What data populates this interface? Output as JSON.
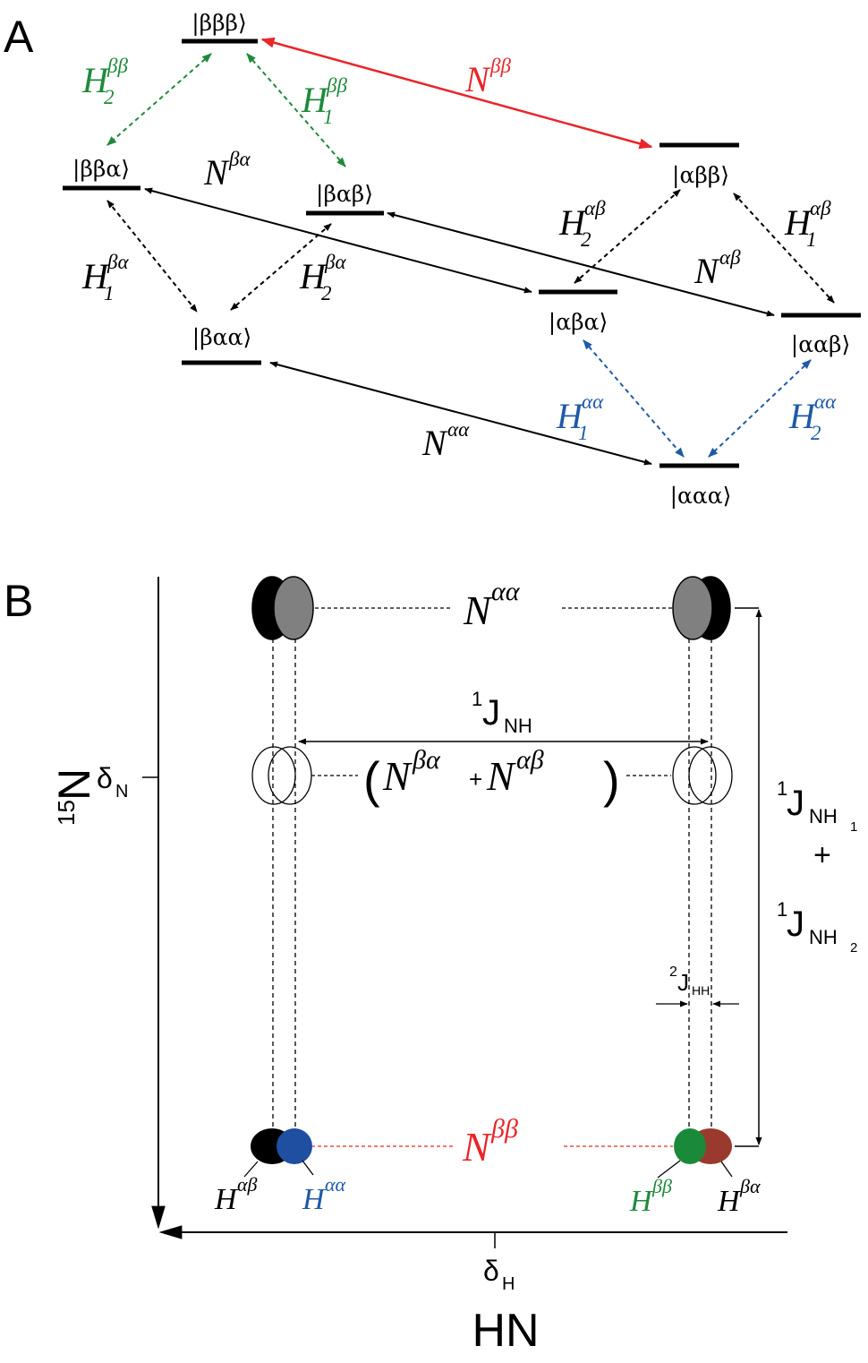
{
  "colors": {
    "green": "#1f8a3c",
    "red": "#e8262b",
    "blue": "#1f5aa8",
    "black": "#000000",
    "grey": "#808080",
    "brown": "#9a3a2e",
    "dot_blue": "#1f4fa0",
    "dot_green": "#1a8a3a"
  },
  "panel_a": {
    "label": "A",
    "states": {
      "bbb": "|βββ⟩",
      "bba": "|ββα⟩",
      "bab": "|βαβ⟩",
      "abb": "|αββ⟩",
      "baa": "|βαα⟩",
      "aba": "|αβα⟩",
      "aab": "|ααβ⟩",
      "aaa": "|ααα⟩"
    },
    "transitions": {
      "h2bb": {
        "letter": "H",
        "sup": "ββ",
        "sub": "2"
      },
      "h1bb": {
        "letter": "H",
        "sup": "ββ",
        "sub": "1"
      },
      "nbb": {
        "letter": "N",
        "sup": "ββ"
      },
      "nba": {
        "letter": "N",
        "sup": "βα"
      },
      "h1ba": {
        "letter": "H",
        "sup": "βα",
        "sub": "1"
      },
      "h2ba": {
        "letter": "H",
        "sup": "βα",
        "sub": "2"
      },
      "h2ab": {
        "letter": "H",
        "sup": "αβ",
        "sub": "2"
      },
      "h1ab": {
        "letter": "H",
        "sup": "αβ",
        "sub": "1"
      },
      "nab": {
        "letter": "N",
        "sup": "αβ"
      },
      "h1aa": {
        "letter": "H",
        "sup": "αα",
        "sub": "1"
      },
      "h2aa": {
        "letter": "H",
        "sup": "αα",
        "sub": "2"
      },
      "naa": {
        "letter": "N",
        "sup": "αα"
      }
    }
  },
  "panel_b": {
    "label": "B",
    "n_aa": {
      "letter": "N",
      "sup": "αα"
    },
    "j_nh": {
      "pre": "1",
      "main": "J",
      "sub": "NH"
    },
    "middle": {
      "open": "(",
      "n1": "N",
      "sup1": "βα",
      "plus": "+",
      "n2": "N",
      "sup2": "αβ",
      "close": ")"
    },
    "n_bb": {
      "letter": "N",
      "sup": "ββ"
    },
    "j_hh": {
      "pre": "2",
      "main": "J",
      "sub": "HH"
    },
    "j_sum": {
      "pre": "1",
      "main": "J",
      "sub": "NH",
      "idx1": "1",
      "plus": "+",
      "idx2": "2"
    },
    "h_ab": {
      "letter": "H",
      "sup": "αβ"
    },
    "h_aa": {
      "letter": "H",
      "sup": "αα"
    },
    "h_bb": {
      "letter": "H",
      "sup": "ββ"
    },
    "h_ba": {
      "letter": "H",
      "sup": "βα"
    },
    "delta_n": {
      "main": "δ",
      "sub": "N"
    },
    "delta_h": {
      "main": "δ",
      "sub": "H"
    },
    "n15": {
      "mass": "15",
      "element": "N"
    },
    "hn": "HN"
  }
}
